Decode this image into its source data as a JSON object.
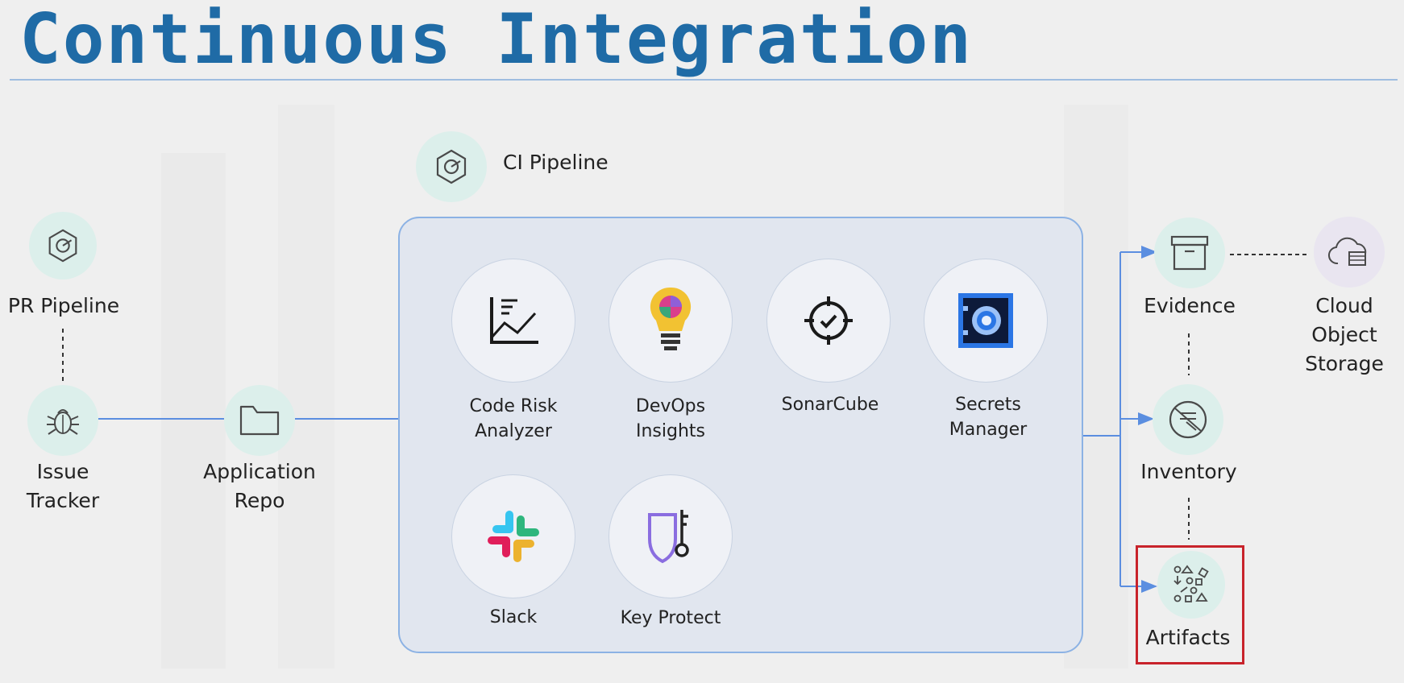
{
  "title": "Continuous Integration",
  "ci_pipeline": {
    "label": "CI Pipeline"
  },
  "left_nodes": {
    "pr_pipeline": "PR Pipeline",
    "issue_tracker": "Issue\nTracker",
    "application_repo": "Application\nRepo"
  },
  "tools": [
    {
      "label": "Code Risk\nAnalyzer",
      "icon": "chart-icon"
    },
    {
      "label": "DevOps\nInsights",
      "icon": "lightbulb-icon"
    },
    {
      "label": "SonarCube",
      "icon": "target-icon"
    },
    {
      "label": "Secrets\nManager",
      "icon": "vault-icon"
    },
    {
      "label": "Slack",
      "icon": "slack-icon"
    },
    {
      "label": "Key Protect",
      "icon": "shield-key-icon"
    }
  ],
  "right_nodes": {
    "evidence": "Evidence",
    "inventory": "Inventory",
    "artifacts": "Artifacts",
    "cloud_object_storage": "Cloud\nObject\nStorage"
  },
  "colors": {
    "title": "#1f6ba6",
    "node_bg": "#dcefeb",
    "ci_box_border": "#8cb2e4",
    "connector": "#5b8ee0",
    "highlight": "#c8232b"
  }
}
